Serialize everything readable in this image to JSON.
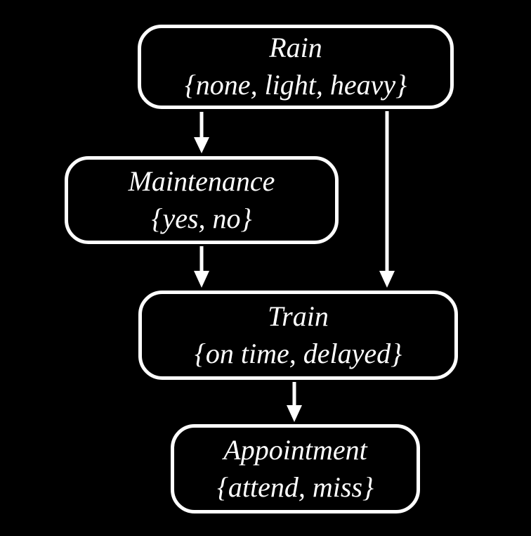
{
  "diagram": {
    "type": "bayesian-network",
    "colors": {
      "background": "#000000",
      "node_border": "#ffffff",
      "text": "#ffffff",
      "arrow": "#ffffff"
    },
    "nodes": [
      {
        "id": "rain",
        "label": "Rain",
        "domain": "{none, light, heavy}"
      },
      {
        "id": "maintenance",
        "label": "Maintenance",
        "domain": "{yes, no}"
      },
      {
        "id": "train",
        "label": "Train",
        "domain": "{on time, delayed}"
      },
      {
        "id": "appointment",
        "label": "Appointment",
        "domain": "{attend, miss}"
      }
    ],
    "edges": [
      {
        "from": "rain",
        "to": "maintenance"
      },
      {
        "from": "rain",
        "to": "train"
      },
      {
        "from": "maintenance",
        "to": "train"
      },
      {
        "from": "train",
        "to": "appointment"
      }
    ]
  }
}
